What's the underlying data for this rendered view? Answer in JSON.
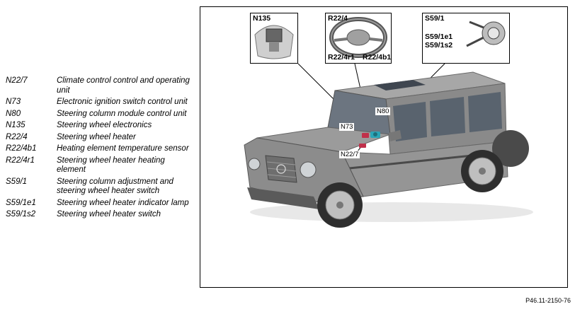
{
  "legend": [
    {
      "code": "N22/7",
      "desc": "Climate control control and operating unit"
    },
    {
      "code": "N73",
      "desc": "Electronic ignition switch control unit"
    },
    {
      "code": "N80",
      "desc": "Steering column module control unit"
    },
    {
      "code": "N135",
      "desc": "Steering wheel electronics"
    },
    {
      "code": "R22/4",
      "desc": "Steering wheel heater"
    },
    {
      "code": "R22/4b1",
      "desc": "Heating element temperature sensor"
    },
    {
      "code": "R22/4r1",
      "desc": "Steering wheel heater heating element"
    },
    {
      "code": "S59/1",
      "desc": "Steering column adjustment and steering wheel heater switch"
    },
    {
      "code": "S59/1e1",
      "desc": "Steering wheel heater indicator lamp"
    },
    {
      "code": "S59/1s2",
      "desc": "Steering wheel heater switch"
    }
  ],
  "figure": {
    "insets": {
      "n135": "N135",
      "r22_4": "R22/4",
      "r22_4r1": "R22/4r1",
      "r22_4b1": "R22/4b1",
      "s59_1": "S59/1",
      "s59_1e1": "S59/1e1",
      "s59_1s2": "S59/1s2"
    },
    "callouts": {
      "n80": "N80",
      "n73": "N73",
      "n22_7": "N22/7"
    }
  },
  "footer_ref": "P46.11-2150-76",
  "colors": {
    "body_gray": "#8f8f8f",
    "dark_gray": "#555555",
    "glass": "#5a6470",
    "accent_teal": "#2aa6b8",
    "accent_red": "#c0304a"
  }
}
